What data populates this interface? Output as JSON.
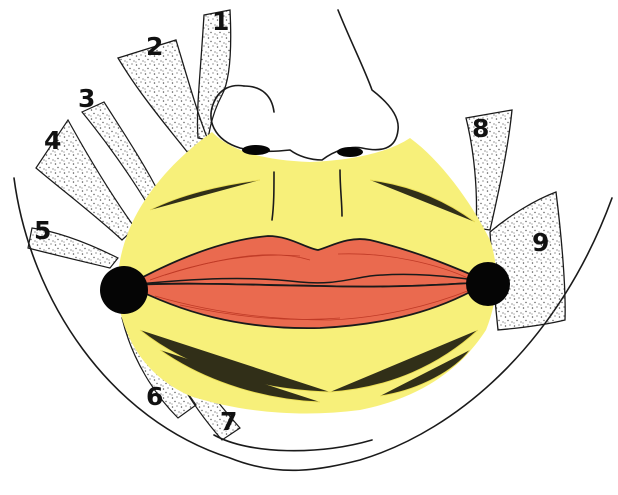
{
  "labels": [
    "1",
    "2",
    "3",
    "4",
    "5",
    "6",
    "7",
    "8",
    "9"
  ],
  "colors": {
    "orbicularis_region": "#f7f07a",
    "lips": "#ea6a4f",
    "lip_striation": "#b8321f",
    "modiolus": "#050505",
    "muscle_stipple": "#555555",
    "outline": "#1a1a1a",
    "background": "#ffffff"
  }
}
